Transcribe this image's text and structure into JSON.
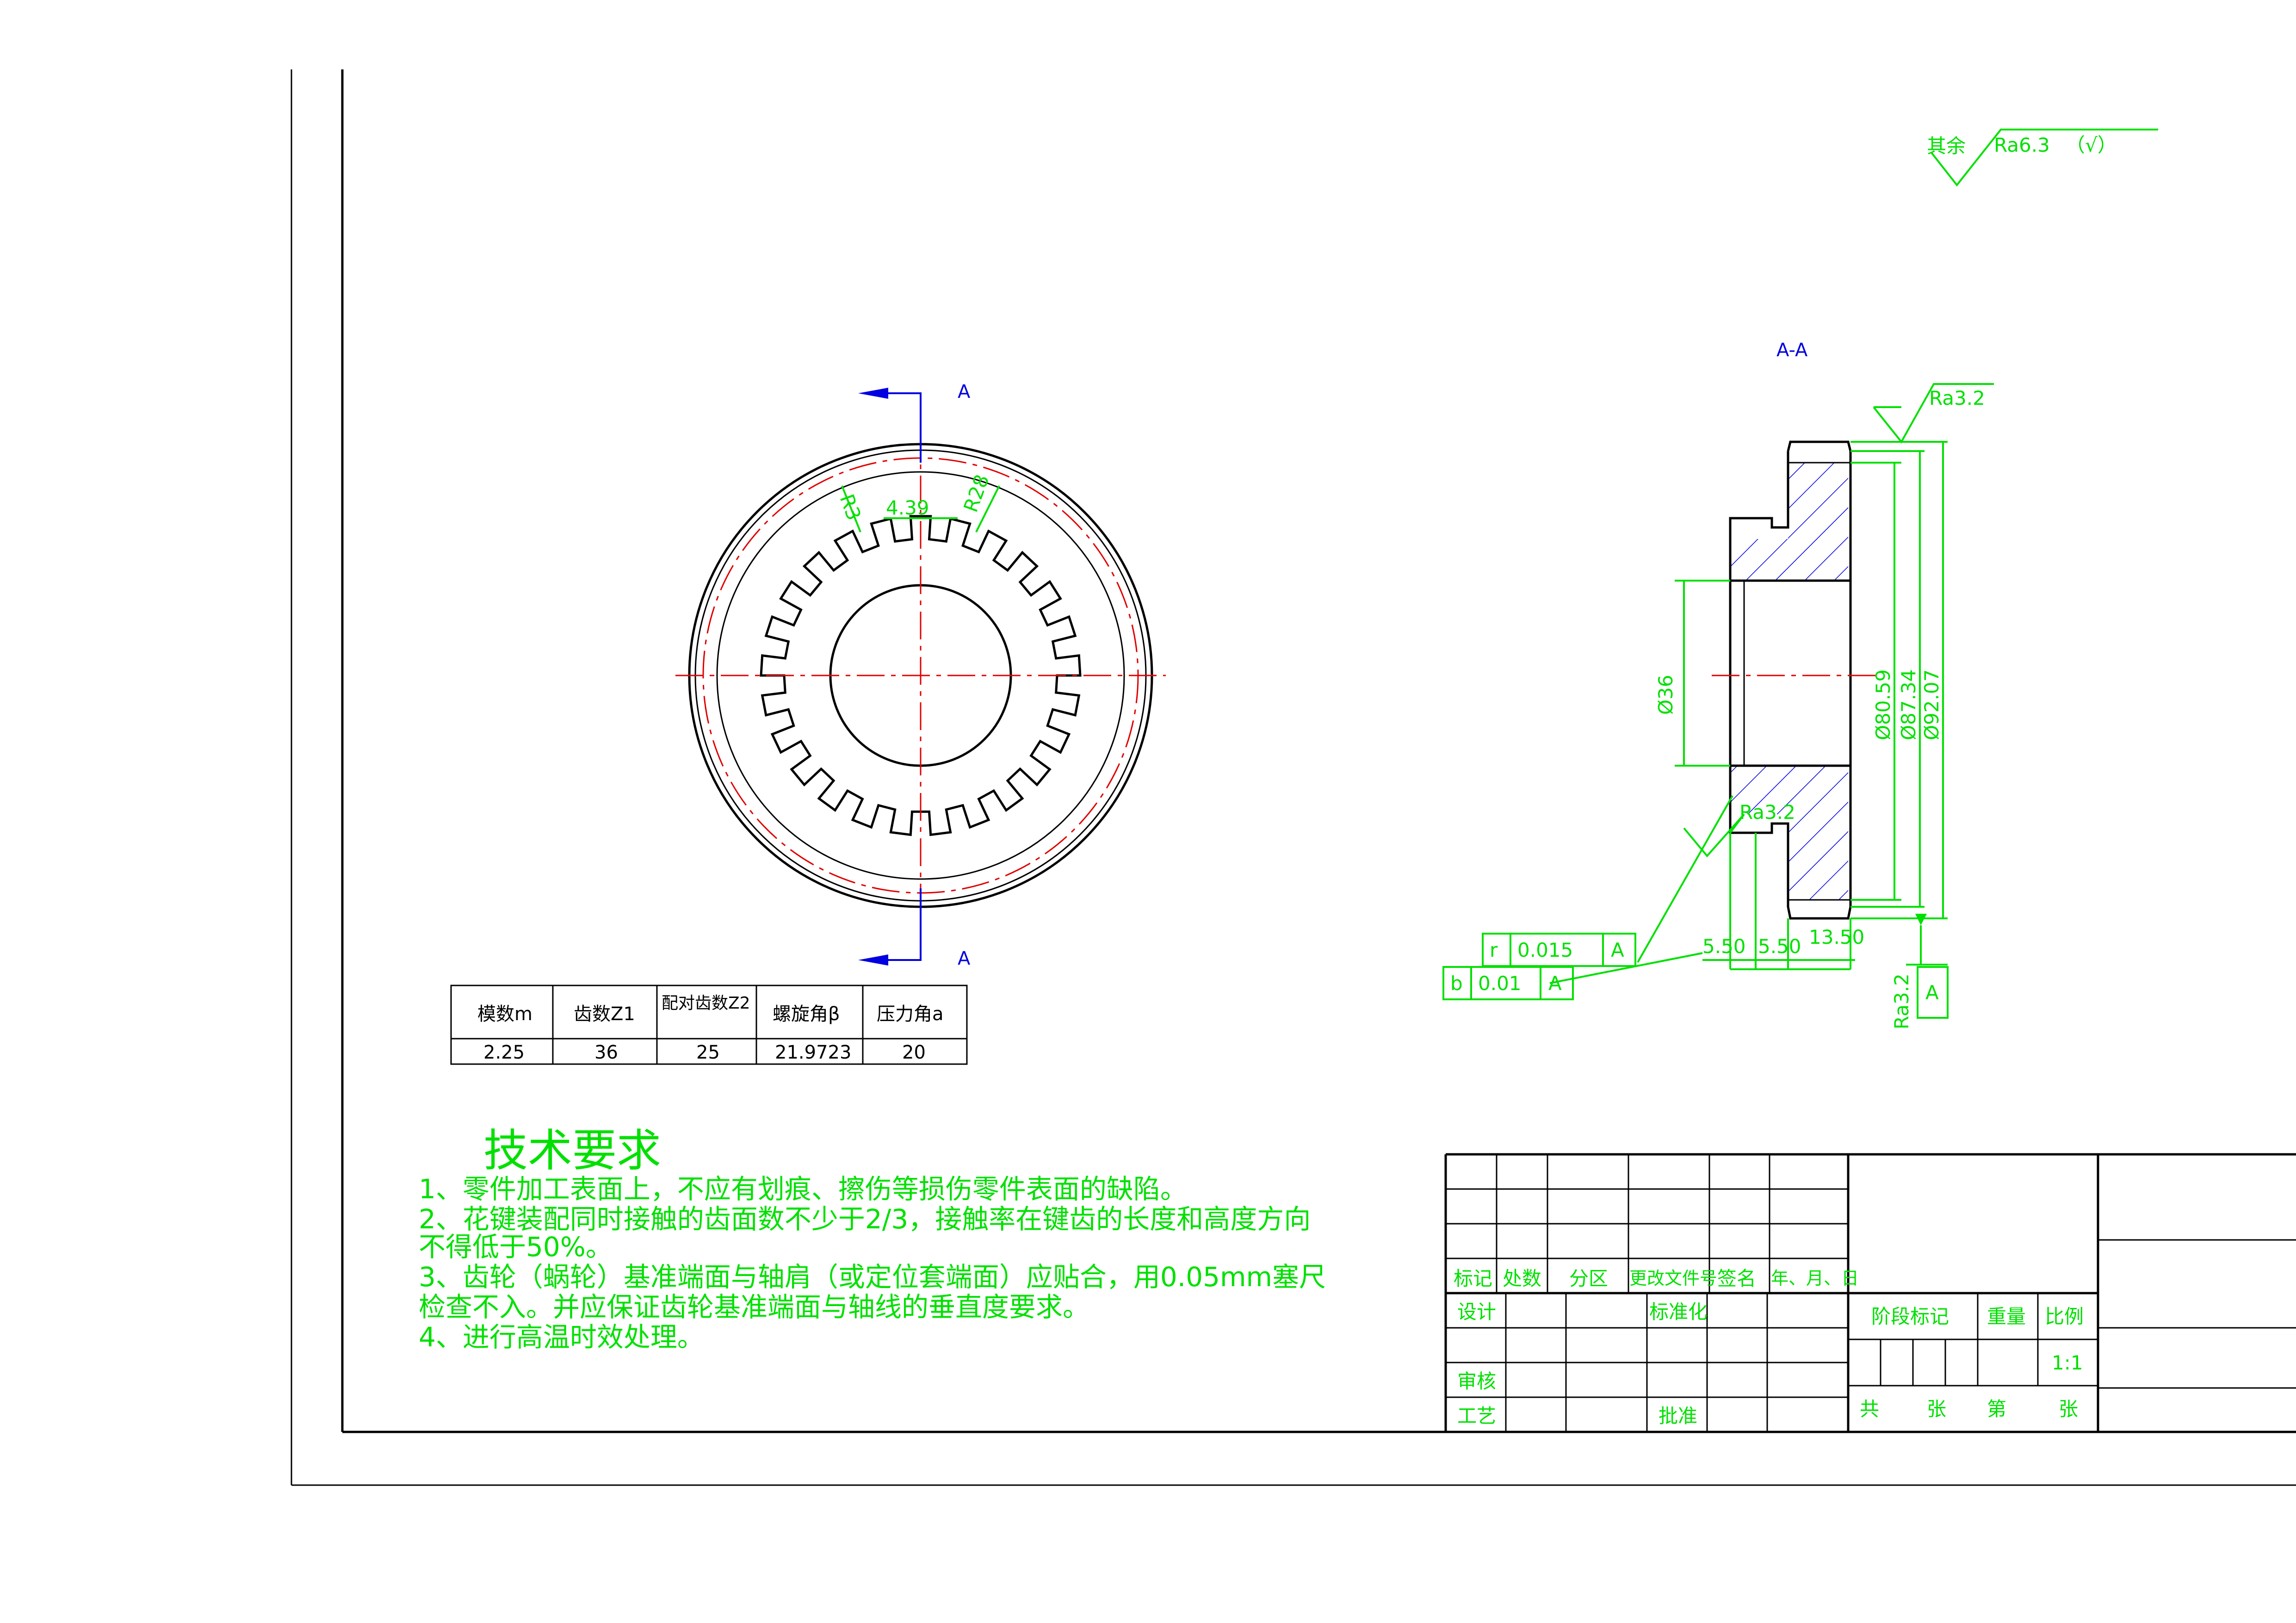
{
  "roughness": {
    "general_prefix": "其余",
    "general_value": "Ra6.3",
    "general_suffix": "（√）",
    "top": "Ra3.2",
    "bottom": "Ra3.2",
    "inner": "Ra3.2"
  },
  "section": {
    "cut_letter_top": "A",
    "cut_letter_bottom": "A",
    "section_label": "A-A"
  },
  "front_view_dims": {
    "r_left": "R3",
    "width": "4.39",
    "r_right": "R28"
  },
  "section_dims": {
    "bore": "Ø36",
    "d1": "Ø80.59",
    "d2": "Ø87.34",
    "d3": "Ø92.07",
    "w1": "5.50",
    "w2": "5.50",
    "w3": "13.50"
  },
  "tolerances": [
    {
      "symbol": "r",
      "value": "0.015",
      "datum": "A"
    },
    {
      "symbol": "b",
      "value": "0.01",
      "datum": "A"
    }
  ],
  "gear_table": {
    "headers": [
      "模数m",
      "齿数Z1",
      "配对齿数Z2",
      "螺旋角β",
      "压力角a"
    ],
    "values": [
      "2.25",
      "36",
      "25",
      "21.9723",
      "20"
    ]
  },
  "tech_requirements": {
    "title": "技术要求",
    "lines": [
      "1、零件加工表面上，不应有划痕、擦伤等损伤零件表面的缺陷。",
      "2、花键装配同时接触的齿面数不少于2/3，接触率在键齿的长度和高度方向",
      "不得低于50%。",
      "3、齿轮（蜗轮）基准端面与轴肩（或定位套端面）应贴合，用0.05mm塞尺",
      "检查不入。并应保证齿轮基准端面与轴线的垂直度要求。",
      "4、进行高温时效处理。"
    ]
  },
  "title_block": {
    "change_headers": [
      "标记",
      "处数",
      "分区",
      "更改文件号",
      "签名",
      "年、月、日"
    ],
    "design": "设计",
    "standardization": "标准化",
    "review": "审核",
    "process": "工艺",
    "approve": "批准",
    "stage_mark": "阶段标记",
    "weight": "重量",
    "scale_label": "比例",
    "scale_value": "1:1",
    "total": "共",
    "sheets1": "张",
    "number": "第",
    "sheets2": "张"
  }
}
